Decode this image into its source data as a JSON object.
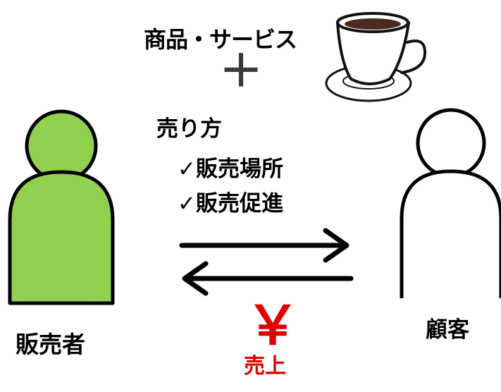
{
  "product": {
    "label": "商品・サービス",
    "icon": "coffee-cup-icon"
  },
  "plus": "＋",
  "selling_method": {
    "title": "売り方",
    "items": [
      "✓販売場所",
      "✓販売促進"
    ]
  },
  "seller": {
    "label": "販売者",
    "icon": "person-icon",
    "color": "#92d050"
  },
  "customer": {
    "label": "顧客",
    "icon": "person-icon",
    "color": "#ffffff"
  },
  "sales": {
    "symbol": "￥",
    "label": "売上",
    "color": "#e00000"
  }
}
